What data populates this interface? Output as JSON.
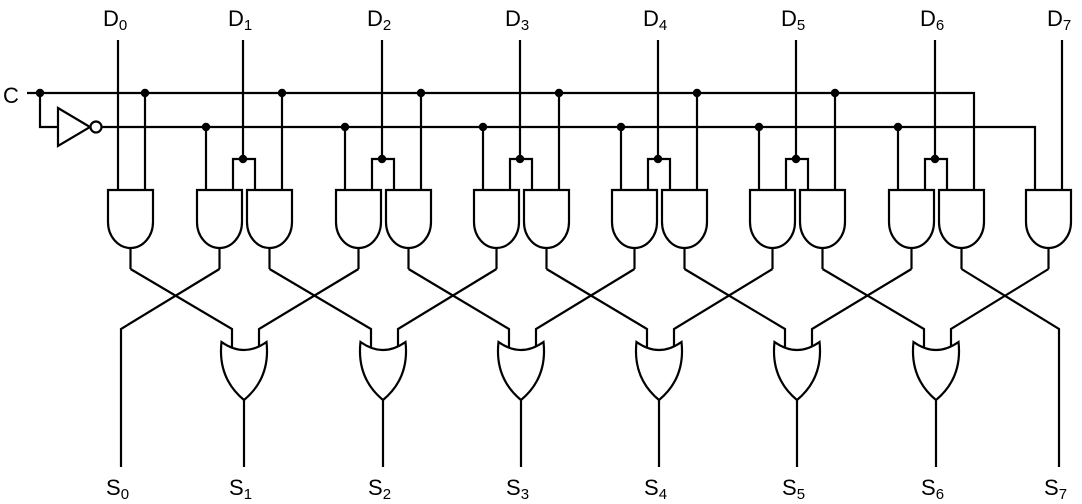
{
  "diagram": {
    "title": "",
    "type": "demultiplexer-shift-network",
    "control_input": {
      "label": "C"
    },
    "inputs": [
      {
        "name": "D",
        "sub": "0"
      },
      {
        "name": "D",
        "sub": "1"
      },
      {
        "name": "D",
        "sub": "2"
      },
      {
        "name": "D",
        "sub": "3"
      },
      {
        "name": "D",
        "sub": "4"
      },
      {
        "name": "D",
        "sub": "5"
      },
      {
        "name": "D",
        "sub": "6"
      },
      {
        "name": "D",
        "sub": "7"
      }
    ],
    "outputs": [
      {
        "name": "S",
        "sub": "0"
      },
      {
        "name": "S",
        "sub": "1"
      },
      {
        "name": "S",
        "sub": "2"
      },
      {
        "name": "S",
        "sub": "3"
      },
      {
        "name": "S",
        "sub": "4"
      },
      {
        "name": "S",
        "sub": "5"
      },
      {
        "name": "S",
        "sub": "6"
      },
      {
        "name": "S",
        "sub": "7"
      }
    ],
    "components": {
      "inverters": 1,
      "and_gates": 14,
      "or_gates": 6
    },
    "stroke_color": "#000000",
    "background_color": "#ffffff"
  }
}
